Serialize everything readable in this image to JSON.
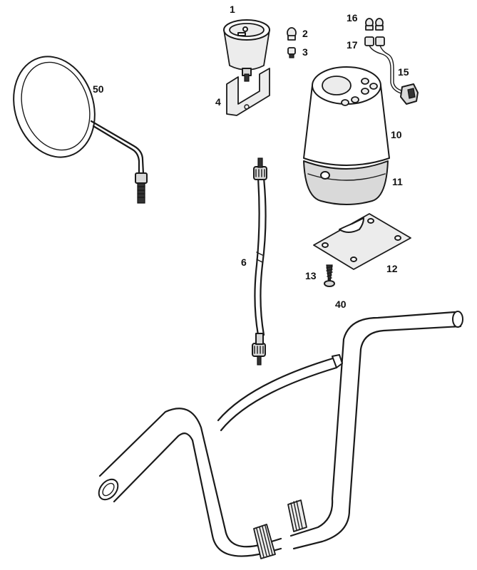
{
  "callouts": {
    "p1": "1",
    "p2": "2",
    "p3": "3",
    "p4": "4",
    "p6": "6",
    "p10": "10",
    "p11": "11",
    "p12": "12",
    "p13": "13",
    "p15": "15",
    "p16": "16",
    "p17": "17",
    "p40": "40",
    "p50": "50"
  }
}
